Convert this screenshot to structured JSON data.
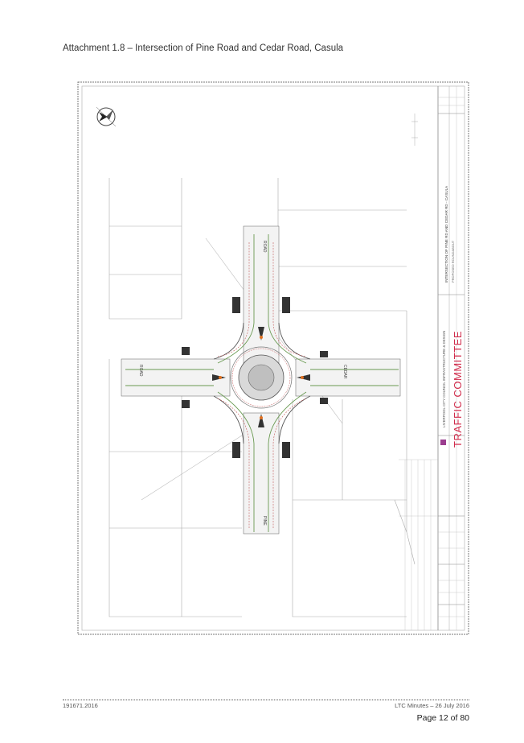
{
  "document": {
    "heading": "Attachment 1.8 – Intersection of Pine Road and Cedar Road, Casula"
  },
  "drawing": {
    "stamp": "TRAFFIC COMMITTEE",
    "stamp_color": "#d02a4a",
    "council_line": "LIVERPOOL CITY COUNCIL INFRASTRUCTURE & DESIGN",
    "title_line": "INTERSECTION OF PINE RD AND CEDAR RD - CASULA",
    "subtitle_line": "PROPOSED ROUNDABOUT",
    "street_labels": {
      "pine_north": "ROAD",
      "pine_south": "PINE",
      "cedar_west": "ROAD",
      "cedar_east": "CEDAR"
    },
    "north_arrow": "compass-north"
  },
  "footer": {
    "reference": "191671.2016",
    "minutes": "LTC Minutes – 26 July 2016",
    "page": "Page 12 of 80"
  }
}
